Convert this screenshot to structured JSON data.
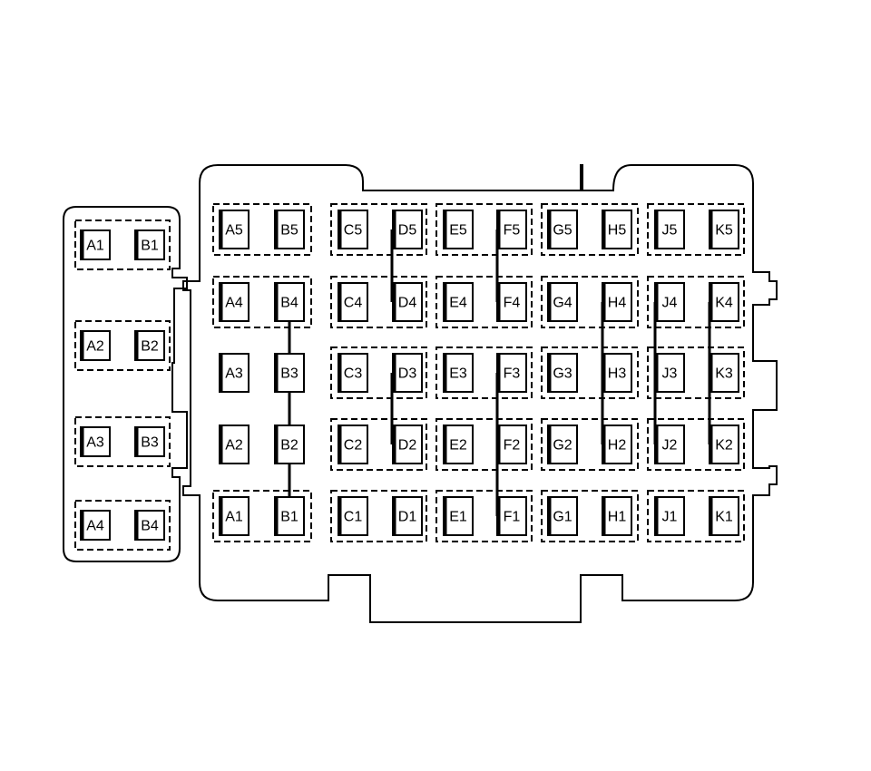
{
  "left_block": {
    "rows": [
      [
        "A1",
        "B1"
      ],
      [
        "A2",
        "B2"
      ],
      [
        "A3",
        "B3"
      ],
      [
        "A4",
        "B4"
      ]
    ]
  },
  "main_block": {
    "rows": [
      [
        "A5",
        "B5",
        "C5",
        "D5",
        "E5",
        "F5",
        "G5",
        "H5",
        "J5",
        "K5"
      ],
      [
        "A4",
        "B4",
        "C4",
        "D4",
        "E4",
        "F4",
        "G4",
        "H4",
        "J4",
        "K4"
      ],
      [
        "A3",
        "B3",
        "C3",
        "D3",
        "E3",
        "F3",
        "G3",
        "H3",
        "J3",
        "K3"
      ],
      [
        "A2",
        "B2",
        "C2",
        "D2",
        "E2",
        "F2",
        "G2",
        "H2",
        "J2",
        "K2"
      ],
      [
        "A1",
        "B1",
        "C1",
        "D1",
        "E1",
        "F1",
        "G1",
        "H1",
        "J1",
        "K1"
      ]
    ]
  }
}
